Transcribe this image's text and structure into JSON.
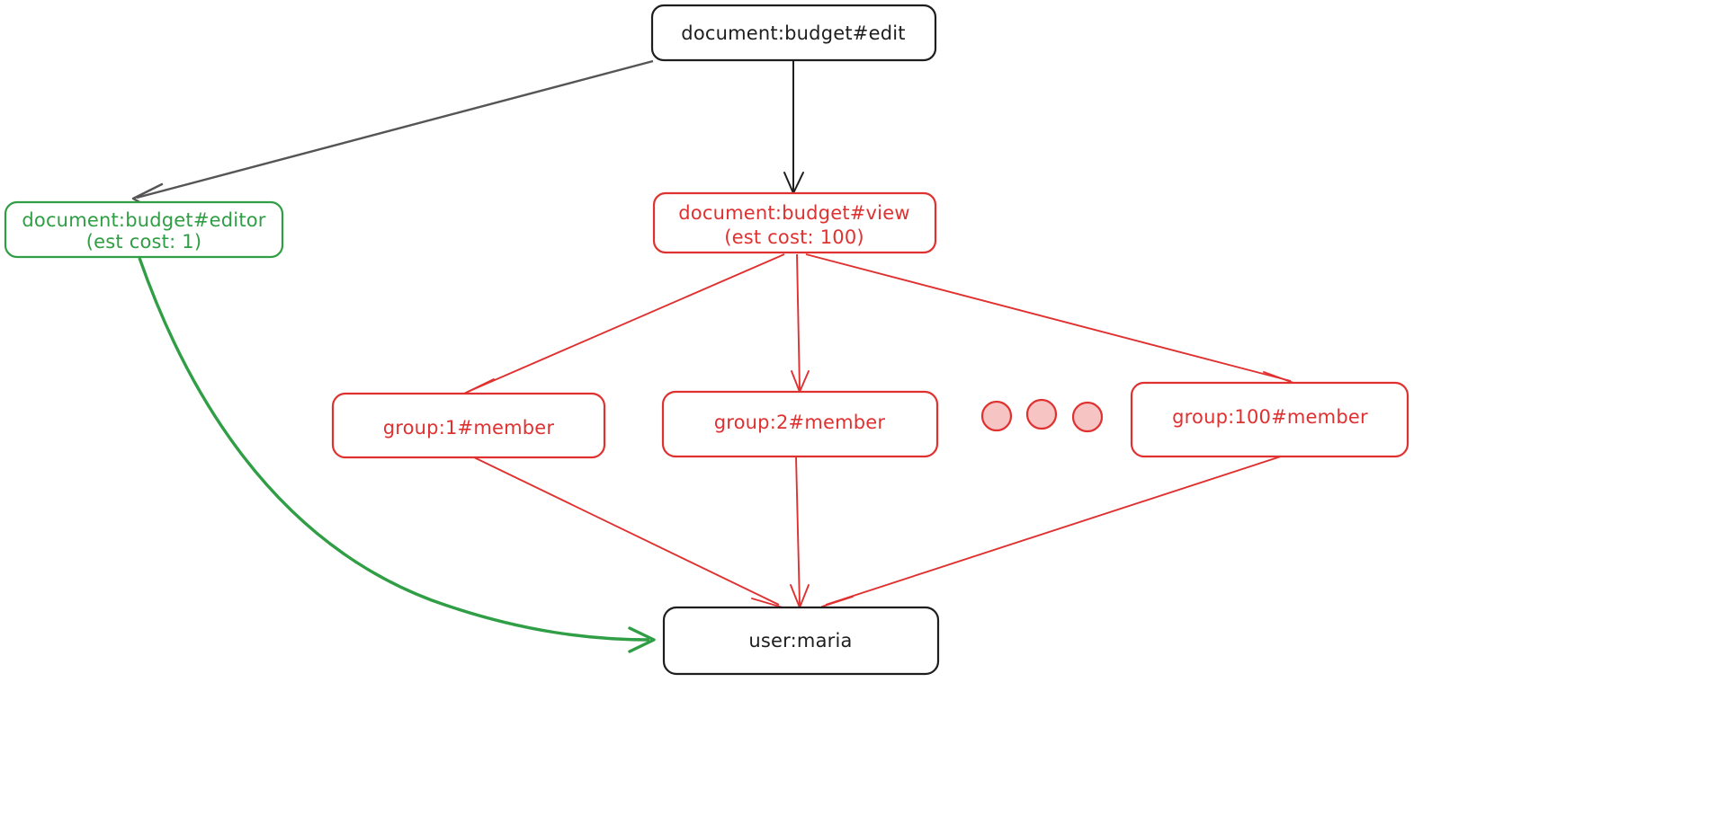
{
  "diagram": {
    "title": "authorization-expansion-graph",
    "background": "#ffffff",
    "colors": {
      "black": "#1e1e1e",
      "gray": "#555555",
      "green": "#2f9e44",
      "red": "#e03131",
      "dot_fill": "#f7c4c4"
    }
  },
  "nodes": {
    "root": {
      "id": "document-budget-edit",
      "label": "document:budget#edit",
      "color": "#1e1e1e"
    },
    "editor": {
      "id": "document-budget-editor",
      "label_line1": "document:budget#editor",
      "label_line2": "(est cost: 1)",
      "cost": "1",
      "color": "#2f9e44"
    },
    "view": {
      "id": "document-budget-view",
      "label_line1": "document:budget#view",
      "label_line2": "(est cost: 100)",
      "cost": "100",
      "color": "#e03131"
    },
    "group1": {
      "id": "group-1-member",
      "label": "group:1#member",
      "color": "#e03131"
    },
    "group2": {
      "id": "group-2-member",
      "label": "group:2#member",
      "color": "#e03131"
    },
    "group100": {
      "id": "group-100-member",
      "label": "group:100#member",
      "color": "#e03131"
    },
    "user": {
      "id": "user-maria",
      "label": "user:maria",
      "color": "#1e1e1e"
    }
  },
  "ellipsis": {
    "name": "more-groups-ellipsis",
    "dot_count": 3
  },
  "edges": [
    {
      "name": "edge-edit-to-editor",
      "from": "document:budget#edit",
      "to": "document:budget#editor",
      "color": "#555555"
    },
    {
      "name": "edge-edit-to-view",
      "from": "document:budget#edit",
      "to": "document:budget#view",
      "color": "#1e1e1e"
    },
    {
      "name": "edge-view-to-group1",
      "from": "document:budget#view",
      "to": "group:1#member",
      "color": "#e03131"
    },
    {
      "name": "edge-view-to-group2",
      "from": "document:budget#view",
      "to": "group:2#member",
      "color": "#e03131"
    },
    {
      "name": "edge-view-to-group100",
      "from": "document:budget#view",
      "to": "group:100#member",
      "color": "#e03131"
    },
    {
      "name": "edge-group1-to-user",
      "from": "group:1#member",
      "to": "user:maria",
      "color": "#e03131"
    },
    {
      "name": "edge-group2-to-user",
      "from": "group:2#member",
      "to": "user:maria",
      "color": "#e03131"
    },
    {
      "name": "edge-group100-to-user",
      "from": "group:100#member",
      "to": "user:maria",
      "color": "#e03131"
    },
    {
      "name": "edge-editor-to-user",
      "from": "document:budget#editor",
      "to": "user:maria",
      "color": "#2f9e44"
    }
  ]
}
